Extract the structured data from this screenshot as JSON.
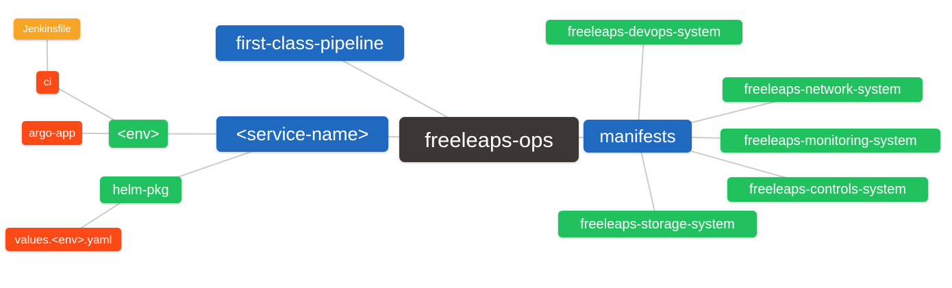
{
  "diagram": {
    "type": "mindmap",
    "edge_color": "#cccccc",
    "colors": {
      "amber": "#f7a527",
      "red": "#f94917",
      "green": "#21c15f",
      "blue": "#1f6ac0",
      "dark": "#3c3735"
    },
    "nodes": [
      {
        "id": "jenkinsfile",
        "label": "Jenkinsfile",
        "color": "amber"
      },
      {
        "id": "ci",
        "label": "ci",
        "color": "red"
      },
      {
        "id": "argo-app",
        "label": "argo-app",
        "color": "red"
      },
      {
        "id": "env",
        "label": "<env>",
        "color": "green"
      },
      {
        "id": "helm-pkg",
        "label": "helm-pkg",
        "color": "green"
      },
      {
        "id": "values-env-yaml",
        "label": "values.<env>.yaml",
        "color": "red"
      },
      {
        "id": "first-class-pipeline",
        "label": "first-class-pipeline",
        "color": "blue"
      },
      {
        "id": "service-name",
        "label": "<service-name>",
        "color": "blue"
      },
      {
        "id": "freeleaps-ops",
        "label": "freeleaps-ops",
        "color": "dark"
      },
      {
        "id": "manifests",
        "label": "manifests",
        "color": "blue"
      },
      {
        "id": "devops-system",
        "label": "freeleaps-devops-system",
        "color": "green"
      },
      {
        "id": "network-system",
        "label": "freeleaps-network-system",
        "color": "green"
      },
      {
        "id": "monitoring-system",
        "label": "freeleaps-monitoring-system",
        "color": "green"
      },
      {
        "id": "controls-system",
        "label": "freeleaps-controls-system",
        "color": "green"
      },
      {
        "id": "storage-system",
        "label": "freeleaps-storage-system",
        "color": "green"
      }
    ],
    "edges": [
      {
        "from": "jenkinsfile",
        "to": "ci"
      },
      {
        "from": "ci",
        "to": "env"
      },
      {
        "from": "argo-app",
        "to": "env"
      },
      {
        "from": "env",
        "to": "service-name"
      },
      {
        "from": "helm-pkg",
        "to": "service-name"
      },
      {
        "from": "values-env-yaml",
        "to": "helm-pkg"
      },
      {
        "from": "first-class-pipeline",
        "to": "freeleaps-ops"
      },
      {
        "from": "service-name",
        "to": "freeleaps-ops"
      },
      {
        "from": "freeleaps-ops",
        "to": "manifests"
      },
      {
        "from": "manifests",
        "to": "devops-system"
      },
      {
        "from": "manifests",
        "to": "network-system"
      },
      {
        "from": "manifests",
        "to": "monitoring-system"
      },
      {
        "from": "manifests",
        "to": "controls-system"
      },
      {
        "from": "manifests",
        "to": "storage-system"
      }
    ]
  }
}
